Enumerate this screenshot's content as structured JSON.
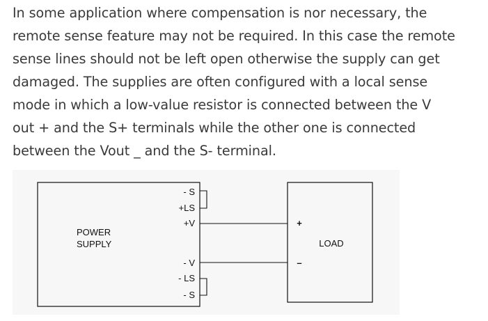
{
  "paragraph": {
    "lines": [
      "In some application where compensation is nor necessary, the",
      "remote sense feature may not be required. In this case the remote",
      "sense lines should not be left open otherwise the supply can get",
      "damaged. The supplies are often configured with a local sense",
      "mode in which a low-value resistor is connected between the V",
      "out + and the S+ terminals while the other one is connected",
      "between the Vout _ and the S- terminal."
    ]
  },
  "diagram": {
    "power_supply_label_1": "POWER",
    "power_supply_label_2": "SUPPLY",
    "load_label": "LOAD",
    "terminals": {
      "s_minus_top": "- S",
      "plus_ls": "+LS",
      "plus_v": "+V",
      "minus_v": "- V",
      "minus_ls": "- LS",
      "s_minus_bottom": "- S"
    },
    "load_plus": "+",
    "load_minus": "–"
  }
}
